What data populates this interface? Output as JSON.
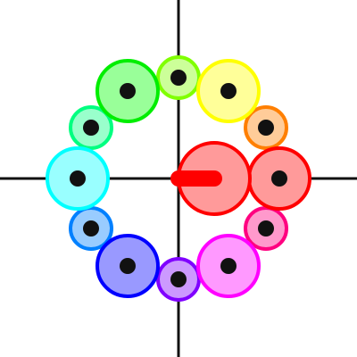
{
  "diagram": {
    "axes": {
      "color": "#111111"
    },
    "center_pointer": {
      "color": "#ff0000"
    },
    "circles": [
      {
        "name": "circle-red-large",
        "size": "large",
        "fill": "#ff9a9a",
        "stroke": "#ff0000"
      },
      {
        "name": "circle-red",
        "size": "large",
        "fill": "#ff9a9a",
        "stroke": "#ff0000"
      },
      {
        "name": "circle-orange",
        "size": "small",
        "fill": "#ffcc99",
        "stroke": "#ff7f00"
      },
      {
        "name": "circle-yellow",
        "size": "large",
        "fill": "#ffff99",
        "stroke": "#ffff00"
      },
      {
        "name": "circle-chartreuse",
        "size": "small",
        "fill": "#ccff99",
        "stroke": "#80ff00"
      },
      {
        "name": "circle-green",
        "size": "large",
        "fill": "#99ff99",
        "stroke": "#00ee00"
      },
      {
        "name": "circle-spring-green",
        "size": "small",
        "fill": "#99ffcc",
        "stroke": "#00ff80"
      },
      {
        "name": "circle-cyan",
        "size": "large",
        "fill": "#99ffff",
        "stroke": "#00ffff"
      },
      {
        "name": "circle-azure",
        "size": "small",
        "fill": "#99ccff",
        "stroke": "#0080ff"
      },
      {
        "name": "circle-blue",
        "size": "large",
        "fill": "#9999ff",
        "stroke": "#0000ff"
      },
      {
        "name": "circle-violet",
        "size": "small",
        "fill": "#cc99ff",
        "stroke": "#8000ff"
      },
      {
        "name": "circle-magenta",
        "size": "large",
        "fill": "#ff99ff",
        "stroke": "#ff00ff"
      },
      {
        "name": "circle-rose",
        "size": "small",
        "fill": "#ff99cc",
        "stroke": "#ff0080"
      }
    ],
    "dot_color": "#111111"
  }
}
